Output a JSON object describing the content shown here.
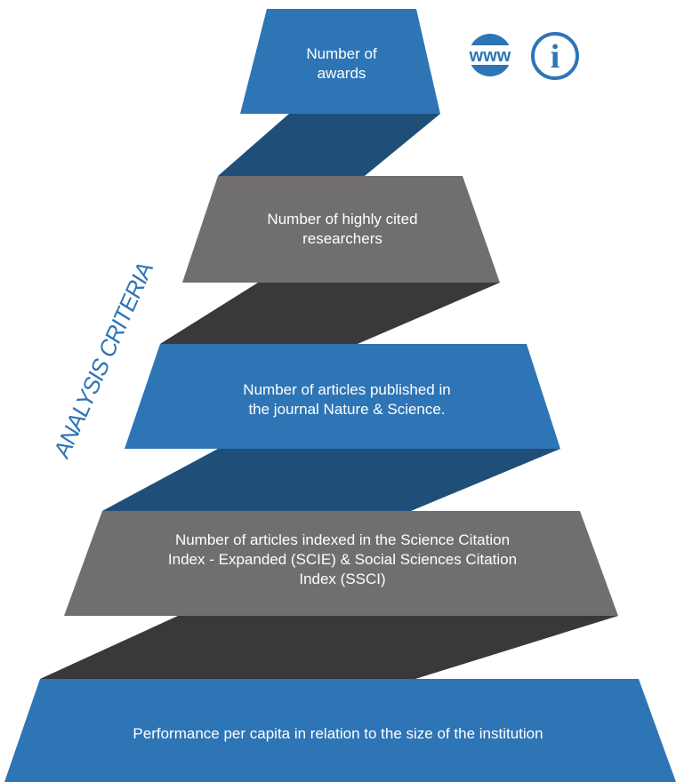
{
  "side_label": "ANALYSIS CRITERIA",
  "icons": [
    {
      "name": "www-icon",
      "text": "www",
      "color": "#2e75b6"
    },
    {
      "name": "info-icon",
      "text": "i",
      "color": "#2e75b6"
    }
  ],
  "colors": {
    "blue_tier": "#2e75b6",
    "gray_tier": "#706e6e",
    "dark_blue_band": "#1f4e79",
    "dark_gray_band": "#3a3838",
    "text": "#ffffff"
  },
  "tiers": [
    {
      "lines": [
        "Number of",
        "awards"
      ],
      "color": "blue"
    },
    {
      "lines": [
        "Number of highly cited",
        "researchers"
      ],
      "color": "gray"
    },
    {
      "lines": [
        "Number of articles published in",
        "the journal Nature & Science."
      ],
      "color": "blue"
    },
    {
      "lines": [
        "Number of articles indexed in the Science Citation",
        "Index - Expanded (SCIE)  & Social Sciences Citation",
        "Index (SSCI)"
      ],
      "color": "gray"
    },
    {
      "lines": [
        "Performance per capita in relation to the size of the institution"
      ],
      "color": "blue"
    }
  ]
}
